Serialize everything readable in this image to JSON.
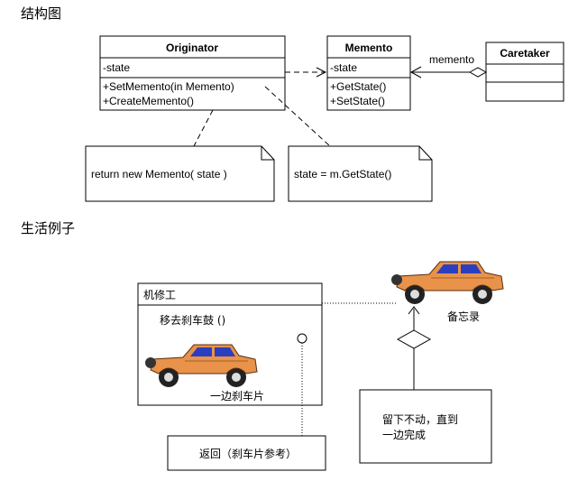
{
  "headings": {
    "structure": "结构图",
    "example": "生活例子"
  },
  "uml": {
    "originator": {
      "name": "Originator",
      "attribute": "-state",
      "methods": [
        "+SetMemento(in Memento)",
        "+CreateMemento()"
      ]
    },
    "memento": {
      "name": "Memento",
      "attribute": "-state",
      "methods": [
        "+GetState()",
        "+SetState()"
      ]
    },
    "caretaker": {
      "name": "Caretaker"
    },
    "association_label": "memento",
    "note_create": "return new Memento( state )",
    "note_set": "state = m.GetState()"
  },
  "example": {
    "mechanic": {
      "name": "机修工",
      "operation": "移去刹车鼓 ()",
      "car_caption": "一边刹车片"
    },
    "memento_car_caption": "备忘录",
    "note_wait": [
      "留下不动，直到",
      "一边完成"
    ],
    "return_box": "返回（刹车片参考）"
  },
  "colors": {
    "car_body": "#e8924a",
    "car_window": "#2a3fbf",
    "line": "#000000"
  }
}
